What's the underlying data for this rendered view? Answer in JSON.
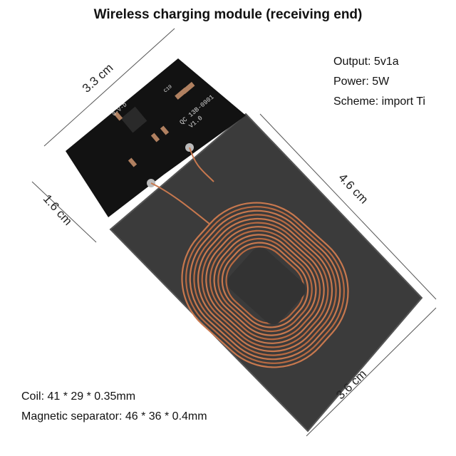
{
  "title": "Wireless charging module (receiving end)",
  "specs": {
    "output": "Output: 5v1a",
    "power": "Power: 5W",
    "scheme": "Scheme: import Ti",
    "coil": "Coil: 41 * 29 * 0.35mm",
    "separator": "Magnetic separator: 46 * 36 * 0.4mm"
  },
  "dimensions": {
    "pcb_length": "3.3 cm",
    "pcb_width": "1.6 cm",
    "separator_length": "4.6 cm",
    "separator_width": "3.6 cm"
  },
  "pcb_markings": [
    "QC 13B-0901",
    "V1.0",
    "0-V-D",
    "C19"
  ],
  "colors": {
    "pcb": "#111111",
    "separator": "#3a3a3a",
    "coil": "#c8784e"
  }
}
